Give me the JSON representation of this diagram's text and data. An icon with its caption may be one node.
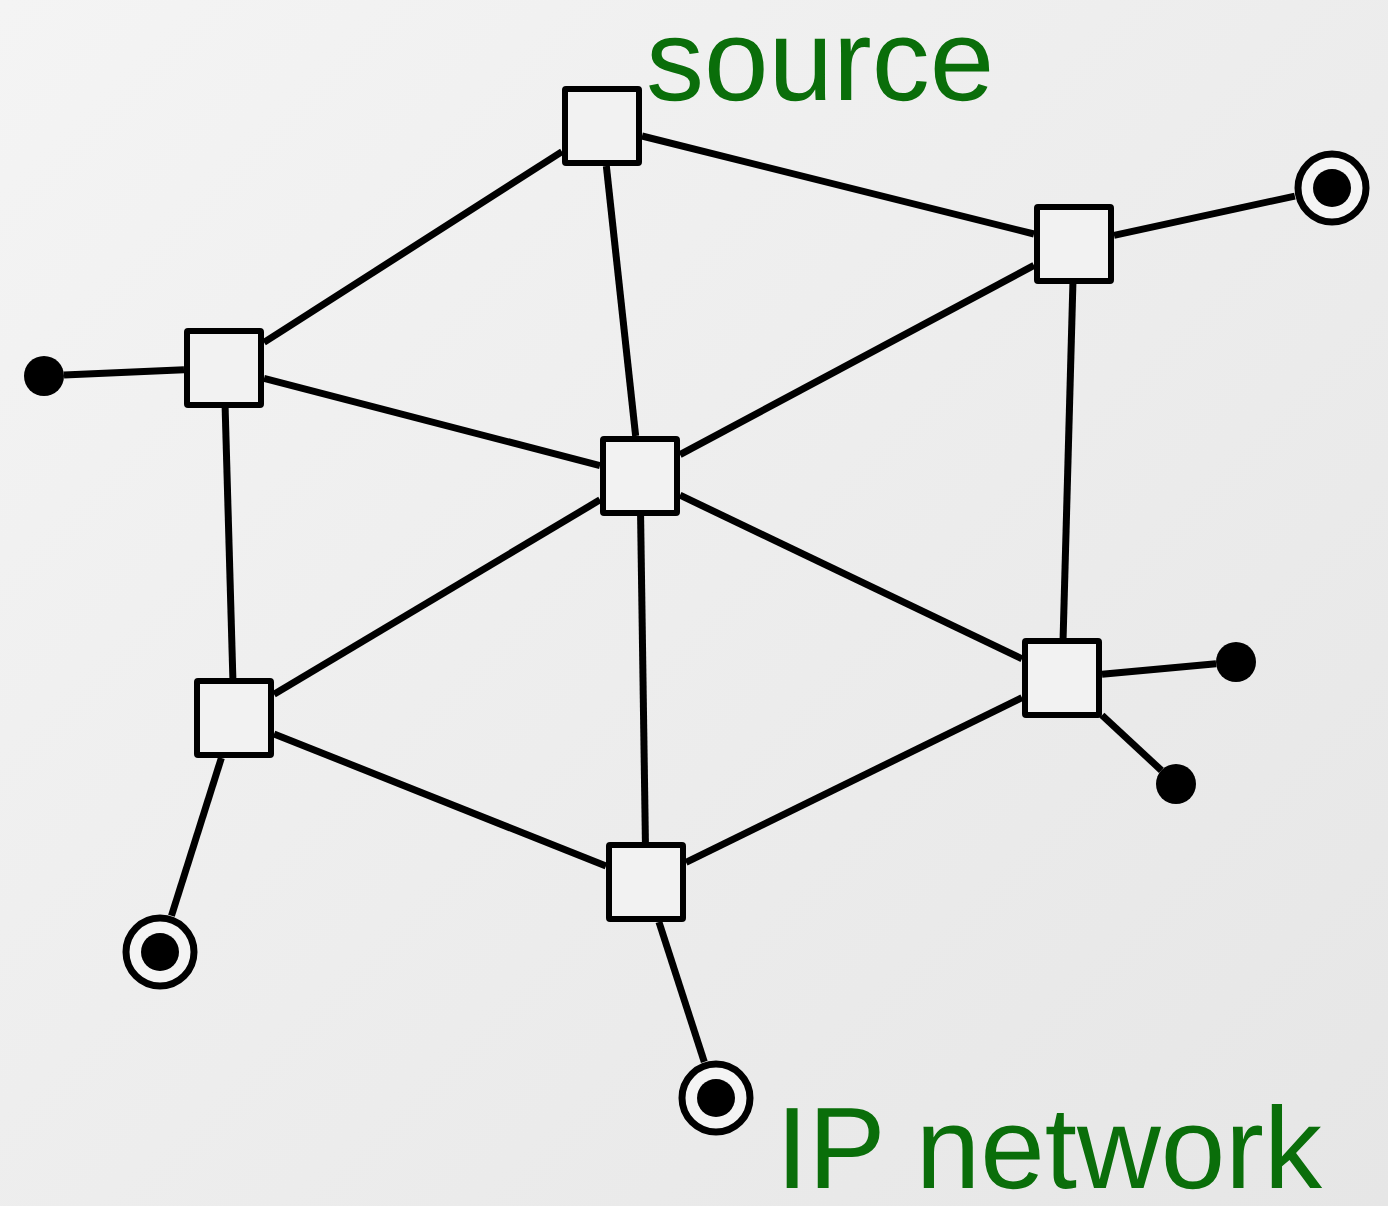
{
  "diagram": {
    "nodes": [
      {
        "text": [],
        "shape": "box"
      },
      {
        "text": [],
        "shape": "box"
      },
      {
        "text": [],
        "shape": "box"
      },
      {
        "text": [],
        "shape": "box"
      },
      {
        "text": [],
        "shape": "box"
      },
      {
        "text": [],
        "shape": "box"
      },
      {
        "text": [],
        "shape": "box"
      },
      {
        "text": [],
        "shape": "bullseye"
      },
      {
        "text": [],
        "shape": "dot"
      },
      {
        "text": [],
        "shape": "dot"
      },
      {
        "text": [],
        "shape": "dot"
      },
      {
        "text": [],
        "shape": "bullseye"
      },
      {
        "text": [],
        "shape": "bullseye"
      }
    ],
    "edges": [
      {
        "from": 0,
        "to": 1,
        "arrow": "none"
      },
      {
        "from": 0,
        "to": 2,
        "arrow": "none"
      },
      {
        "from": 0,
        "to": 3,
        "arrow": "none"
      },
      {
        "from": 1,
        "to": 3,
        "arrow": "none"
      },
      {
        "from": 1,
        "to": 4,
        "arrow": "none"
      },
      {
        "from": 2,
        "to": 3,
        "arrow": "none"
      },
      {
        "from": 2,
        "to": 5,
        "arrow": "none"
      },
      {
        "from": 3,
        "to": 4,
        "arrow": "none"
      },
      {
        "from": 3,
        "to": 5,
        "arrow": "none"
      },
      {
        "from": 3,
        "to": 6,
        "arrow": "none"
      },
      {
        "from": 5,
        "to": 6,
        "arrow": "none"
      },
      {
        "from": 4,
        "to": 6,
        "arrow": "none"
      },
      {
        "from": 1,
        "to": 7,
        "arrow": "none"
      },
      {
        "from": 2,
        "to": 8,
        "arrow": "none"
      },
      {
        "from": 4,
        "to": 9,
        "arrow": "none"
      },
      {
        "from": 4,
        "to": 10,
        "arrow": "none"
      },
      {
        "from": 5,
        "to": 11,
        "arrow": "none"
      },
      {
        "from": 6,
        "to": 12,
        "arrow": "none"
      }
    ],
    "labels": [
      "source",
      "IP network"
    ]
  }
}
